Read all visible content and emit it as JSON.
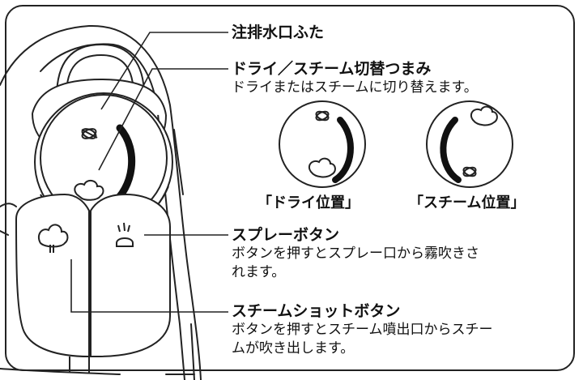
{
  "labels": {
    "drain_cap": {
      "title": "注排水口ふた"
    },
    "dry_steam_knob": {
      "title": "ドライ／スチーム切替つまみ",
      "desc": "ドライまたはスチームに切り替えます。"
    },
    "spray_button": {
      "title": "スプレーボタン",
      "desc_lines": [
        "ボタンを押すとスプレー口から霧吹きさ",
        "れます。"
      ]
    },
    "steam_shot_button": {
      "title": "スチームショットボタン",
      "desc_lines": [
        "ボタンを押すとスチーム噴出口からスチー",
        "ムが吹き出します。"
      ]
    }
  },
  "positions": {
    "dry": "「ドライ位置」",
    "steam": "「スチーム位置」"
  },
  "icons": [
    "steam-cloud-icon",
    "dry-no-steam-icon",
    "spray-icon",
    "steam-shot-icon"
  ]
}
